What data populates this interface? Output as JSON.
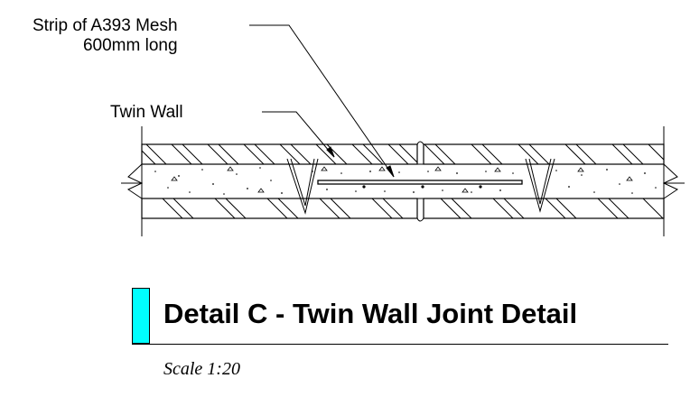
{
  "callouts": {
    "mesh_line1": "Strip of A393 Mesh",
    "mesh_line2": "600mm long",
    "twin_wall": "Twin Wall"
  },
  "title": {
    "text": "Detail C - Twin Wall Joint Detail",
    "scale": "Scale 1:20",
    "marker_color": "#00FFFF"
  },
  "colors": {
    "line": "#000000",
    "background": "#FFFFFF"
  }
}
